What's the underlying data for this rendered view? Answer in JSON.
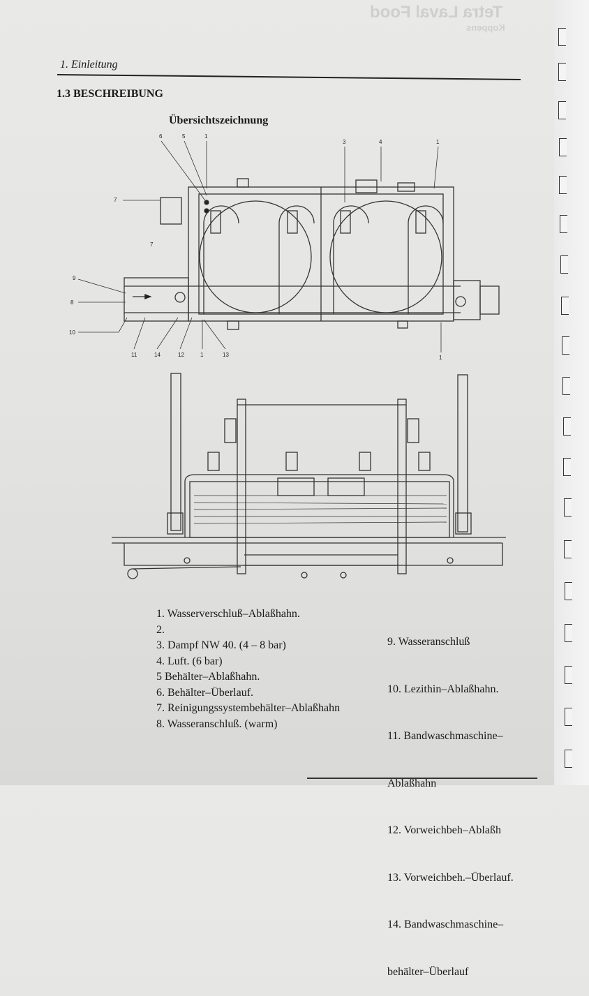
{
  "bleed_through": {
    "brand": "Tetra Laval Food",
    "sub": "Koppens"
  },
  "header": {
    "chapter": "1. Einleitung",
    "section": "1.3 BESCHREIBUNG"
  },
  "drawing": {
    "title": "Übersichtszeichnung",
    "callouts_top": [
      "6",
      "5",
      "1",
      "3",
      "4",
      "1",
      "7",
      "7",
      "9",
      "8",
      "10",
      "11",
      "14",
      "12",
      "1",
      "13",
      "1"
    ]
  },
  "legend": {
    "left": [
      "1.  Wasserverschluß–Ablaßhahn.",
      "2.",
      "3.  Dampf NW 40. (4 – 8 bar)",
      "4.  Luft. (6 bar)",
      "5   Behälter–Ablaßhahn.",
      "6.  Behälter–Überlauf.",
      "7.  Reinigungssystembehälter–Ablaßhahn",
      "8.  Wasseranschluß. (warm)"
    ],
    "right": [
      "9.   Wasseranschluß",
      "10. Lezithin–Ablaßhahn.",
      "11. Bandwaschmaschine–",
      "       Ablaßhahn",
      "12. Vorweichbeh–Ablaßh",
      "13. Vorweichbeh.–Überlauf.",
      "14. Bandwaschmaschine–",
      "       behälter–Überlauf"
    ]
  }
}
